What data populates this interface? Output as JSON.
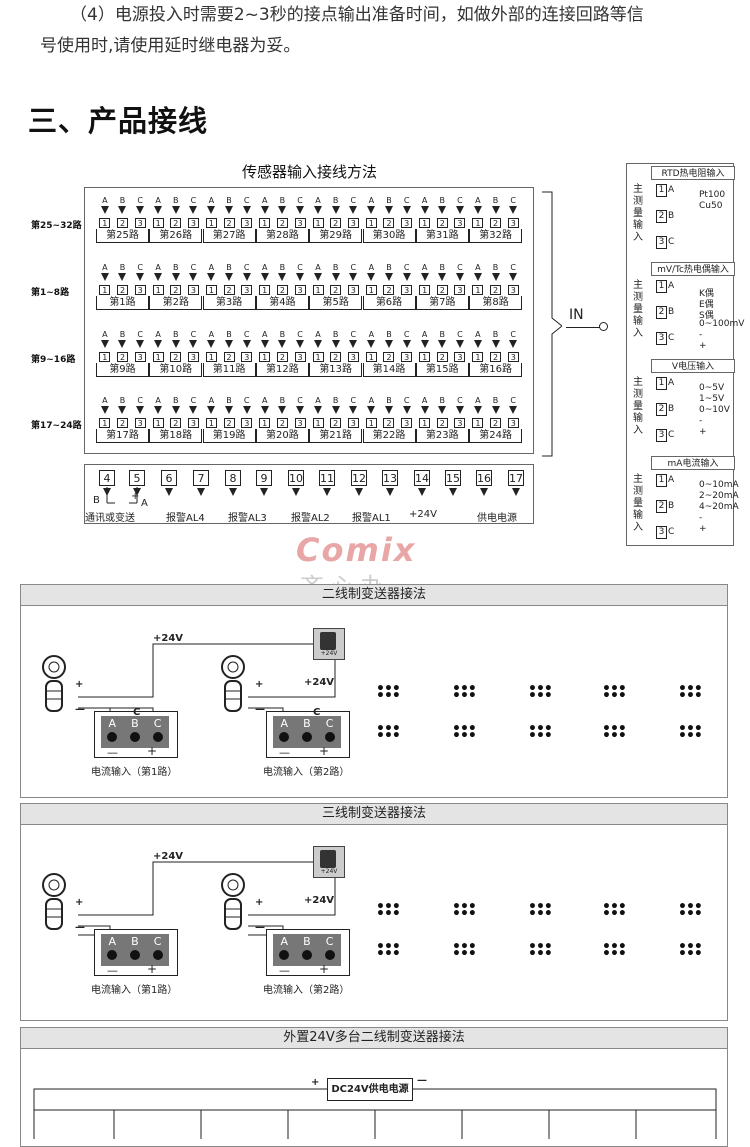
{
  "intro": {
    "line1": "（4）电源投入时需要2~3秒的接点输出准备时间，如做外部的连接回路等信",
    "line2": "号使用时,请使用延时继电器为妥。"
  },
  "section_title": "三、产品接线",
  "sensor_wiring": {
    "title": "传感器输入接线方法",
    "terminal_letters": [
      "A",
      "B",
      "C"
    ],
    "terminal_numbers": [
      "1",
      "2",
      "3"
    ],
    "rows": [
      {
        "label": "第25~32路",
        "channels": [
          "第25路",
          "第26路",
          "第27路",
          "第28路",
          "第29路",
          "第30路",
          "第31路",
          "第32路"
        ]
      },
      {
        "label": "第1~8路",
        "channels": [
          "第1路",
          "第2路",
          "第3路",
          "第4路",
          "第5路",
          "第6路",
          "第7路",
          "第8路"
        ]
      },
      {
        "label": "第9~16路",
        "channels": [
          "第9路",
          "第10路",
          "第11路",
          "第12路",
          "第13路",
          "第14路",
          "第15路",
          "第16路"
        ]
      },
      {
        "label": "第17~24路",
        "channels": [
          "第17路",
          "第18路",
          "第19路",
          "第20路",
          "第21路",
          "第22路",
          "第23路",
          "第24路"
        ]
      }
    ],
    "bottom_pins": [
      "4",
      "5",
      "6",
      "7",
      "8",
      "9",
      "10",
      "11",
      "12",
      "13",
      "14",
      "15",
      "16",
      "17"
    ],
    "bottom_labels": [
      "B",
      "+",
      "A",
      "通讯或变送",
      "报警AL4",
      "报警AL3",
      "报警AL2",
      "报警AL1",
      "+24V",
      "供电电源"
    ],
    "in_label": "IN"
  },
  "input_types": {
    "main_label": "主测量输入",
    "sections": [
      {
        "title": "RTD热电阻输入",
        "pins": [
          "1",
          "2",
          "3"
        ],
        "letters": [
          "A",
          "B",
          "C"
        ],
        "notes": [
          "Pt100",
          "Cu50"
        ]
      },
      {
        "title": "mV/Tc热电偶输入",
        "pins": [
          "1",
          "2",
          "3"
        ],
        "letters": [
          "A",
          "B",
          "C"
        ],
        "notes": [
          "K偶",
          "E偶",
          "S偶",
          "0~100mV",
          "-",
          "+"
        ]
      },
      {
        "title": "V电压输入",
        "pins": [
          "1",
          "2",
          "3"
        ],
        "letters": [
          "A",
          "B",
          "C"
        ],
        "notes": [
          "0~5V",
          "1~5V",
          "0~10V",
          "-",
          "+"
        ]
      },
      {
        "title": "mA电流输入",
        "pins": [
          "1",
          "2",
          "3"
        ],
        "letters": [
          "A",
          "B",
          "C"
        ],
        "notes": [
          "0~10mA",
          "2~20mA",
          "4~20mA",
          "-",
          "+"
        ]
      }
    ]
  },
  "watermark": {
    "brand": "Comix",
    "sub": "齐心办公"
  },
  "two_wire": {
    "title": "二线制变送器接法",
    "v24": "+24V",
    "plus": "+",
    "minus": "—",
    "c": "C",
    "supply_label": "+24V",
    "box_letters": [
      "A",
      "B",
      "C"
    ],
    "box_signs": [
      "—",
      "+"
    ],
    "box1_label": "电流输入（第1路）",
    "box2_label": "电流输入（第2路）"
  },
  "three_wire": {
    "title": "三线制变送器接法",
    "v24": "+24V",
    "plus": "+",
    "minus": "—",
    "supply_label": "+24V",
    "box_letters": [
      "A",
      "B",
      "C"
    ],
    "box_signs": [
      "—",
      "+"
    ],
    "box1_label": "电流输入（第1路）",
    "box2_label": "电流输入（第2路）"
  },
  "external": {
    "title": "外置24V多台二线制变送器接法",
    "dc_label": "DC24V供电电源",
    "plus": "+",
    "minus": "—"
  }
}
